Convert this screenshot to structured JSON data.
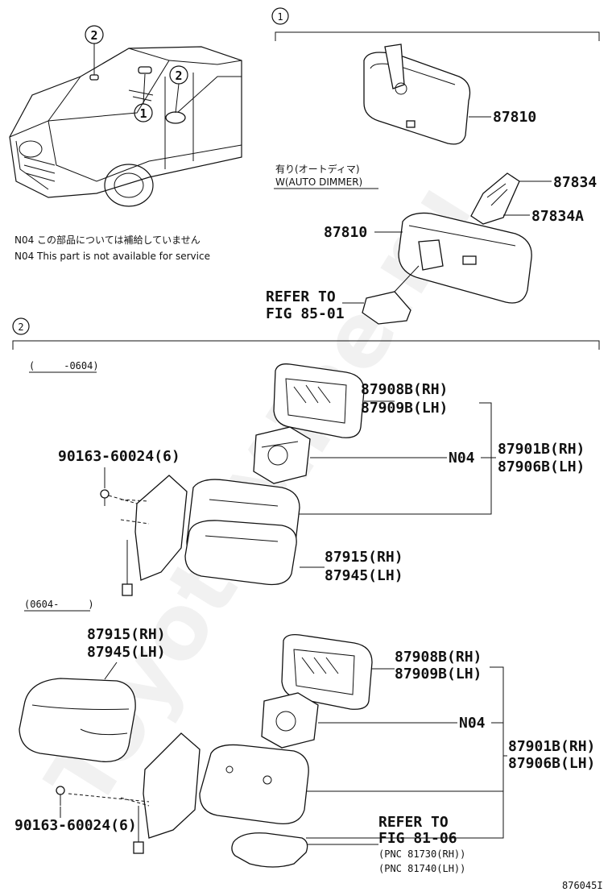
{
  "watermark": "ToyotaMine.ru",
  "section1": {
    "circle": "1",
    "mirror_top_part": "87810",
    "auto_dimmer_jp": "有り(オートディマ)",
    "auto_dimmer_en": "W(AUTO DIMMER)",
    "cover_part": "87834",
    "cover_part_a": "87834A",
    "mirror_auto_part": "87810",
    "refer_to": "REFER TO",
    "refer_fig": "FIG 85-01"
  },
  "car": {
    "callout1": "1",
    "callout2a": "2",
    "callout2b": "2",
    "note_jp": "N04 この部品については補給していません",
    "note_en": "N04 This part is not available for service"
  },
  "section2": {
    "circle": "2",
    "range1": "(　　　-0604)",
    "glass_rh_1": "87908B(RH)",
    "glass_lh_1": "87909B(LH)",
    "n04_1": "N04",
    "assy_rh_1": "87901B(RH)",
    "assy_lh_1": "87906B(LH)",
    "screw_1": "90163-60024(6)",
    "cover_rh_1": "87915(RH)",
    "cover_lh_1": "87945(LH)",
    "range2": "(0604-　　　)",
    "cover_rh_2": "87915(RH)",
    "cover_lh_2": "87945(LH)",
    "glass_rh_2": "87908B(RH)",
    "glass_lh_2": "87909B(LH)",
    "n04_2": "N04",
    "assy_rh_2": "87901B(RH)",
    "assy_lh_2": "87906B(LH)",
    "screw_2": "90163-60024(6)",
    "refer_to_2": "REFER TO",
    "refer_fig_2": "FIG 81-06",
    "pnc_rh": "(PNC 81730(RH))",
    "pnc_lh": "(PNC 81740(LH))"
  },
  "figure_id": "876045I"
}
